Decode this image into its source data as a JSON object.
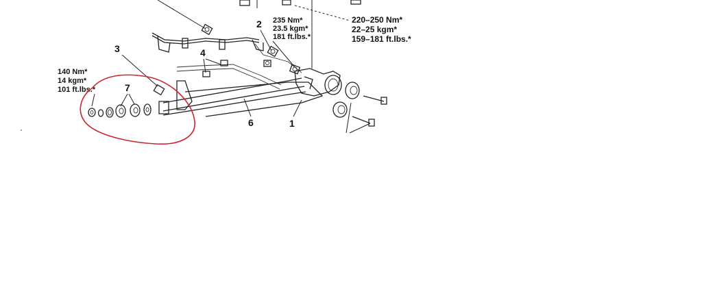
{
  "torque_specs": {
    "top_right": [
      "220–250 Nm*",
      "22–25 kgm*",
      "159–181 ft.lbs.*"
    ],
    "middle": [
      "235 Nm*",
      "23.5 kgm*",
      "181 ft.lbs.*"
    ],
    "left": [
      "140 Nm*",
      "14 kgm*",
      "101 ft.lbs.*"
    ]
  },
  "callouts": {
    "c1": "1",
    "c2": "2",
    "c3": "3",
    "c4": "4",
    "c6": "6",
    "c7": "7"
  },
  "highlight_color": "#c8262b",
  "line_color": "#222222"
}
